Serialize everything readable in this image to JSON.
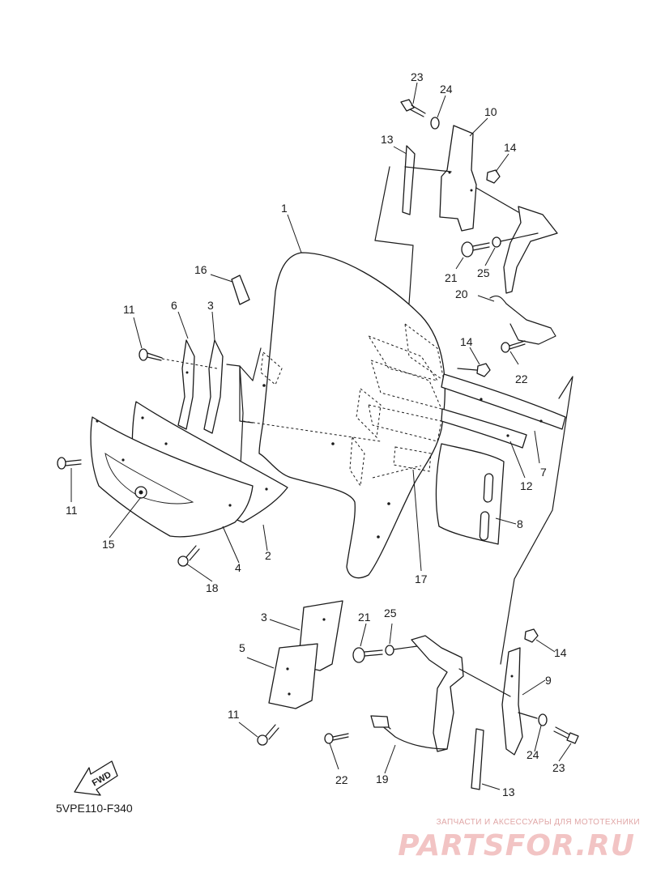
{
  "diagram": {
    "code": "5VPE110-F340",
    "direction_badge": "FWD",
    "callouts": [
      {
        "id": "c-23-top",
        "label": "23"
      },
      {
        "id": "c-24-top",
        "label": "24"
      },
      {
        "id": "c-10",
        "label": "10"
      },
      {
        "id": "c-13-top",
        "label": "13"
      },
      {
        "id": "c-14-top",
        "label": "14"
      },
      {
        "id": "c-1",
        "label": "1"
      },
      {
        "id": "c-21-top",
        "label": "21"
      },
      {
        "id": "c-25-top",
        "label": "25"
      },
      {
        "id": "c-16",
        "label": "16"
      },
      {
        "id": "c-20",
        "label": "20"
      },
      {
        "id": "c-11-a",
        "label": "11"
      },
      {
        "id": "c-6",
        "label": "6"
      },
      {
        "id": "c-3-top",
        "label": "3"
      },
      {
        "id": "c-14-mid",
        "label": "14"
      },
      {
        "id": "c-22-top",
        "label": "22"
      },
      {
        "id": "c-7",
        "label": "7"
      },
      {
        "id": "c-12",
        "label": "12"
      },
      {
        "id": "c-11-b",
        "label": "11"
      },
      {
        "id": "c-8",
        "label": "8"
      },
      {
        "id": "c-15",
        "label": "15"
      },
      {
        "id": "c-2",
        "label": "2"
      },
      {
        "id": "c-4",
        "label": "4"
      },
      {
        "id": "c-18",
        "label": "18"
      },
      {
        "id": "c-17",
        "label": "17"
      },
      {
        "id": "c-3-bot",
        "label": "3"
      },
      {
        "id": "c-21-bot",
        "label": "21"
      },
      {
        "id": "c-25-bot",
        "label": "25"
      },
      {
        "id": "c-14-bot",
        "label": "14"
      },
      {
        "id": "c-5",
        "label": "5"
      },
      {
        "id": "c-9",
        "label": "9"
      },
      {
        "id": "c-11-c",
        "label": "11"
      },
      {
        "id": "c-24-bot",
        "label": "24"
      },
      {
        "id": "c-23-bot",
        "label": "23"
      },
      {
        "id": "c-22-bot",
        "label": "22"
      },
      {
        "id": "c-19",
        "label": "19"
      },
      {
        "id": "c-13-bot",
        "label": "13"
      }
    ]
  },
  "watermark": {
    "tagline": "ЗАПЧАСТИ И АКСЕССУАРЫ ДЛЯ МОТОТЕХНИКИ",
    "logo": "PARTSFOR.RU",
    "color": "#f2c4c4"
  }
}
